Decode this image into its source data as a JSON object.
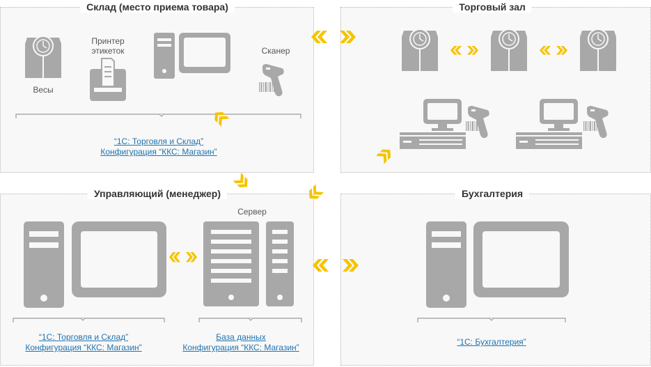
{
  "panels": {
    "warehouse": {
      "title": "Склад (место приема товара)",
      "labels": {
        "scales": "Весы",
        "printer_line1": "Принтер",
        "printer_line2": "этикеток",
        "scanner": "Сканер"
      },
      "links": {
        "line1": "“1С: Торговля и Склад”",
        "line2": "Конфигурация “ККС: Магазин”"
      }
    },
    "sales_floor": {
      "title": "Торговый зал"
    },
    "manager": {
      "title": "Управляющий (менеджер)",
      "labels": {
        "server": "Сервер"
      },
      "links": {
        "line1": "“1С: Торговля и Склад”",
        "line2": "Конфигурация “ККС: Магазин”"
      },
      "db_links": {
        "line1": "База данных",
        "line2": "Конфигурация “ККС: Магазин”"
      }
    },
    "accounting": {
      "title": "Бухгалтерия",
      "links": {
        "line1": "“1С: Бухгалтерия”"
      }
    }
  },
  "colors": {
    "icon": "#a8a8a8",
    "arrow": "#f5c400",
    "link": "#1f73b0",
    "panel_bg": "#f8f8f8"
  },
  "icons": [
    "scales-icon",
    "label-printer-icon",
    "computer-icon",
    "barcode-scanner-icon",
    "pos-terminal-icon",
    "server-icon"
  ]
}
